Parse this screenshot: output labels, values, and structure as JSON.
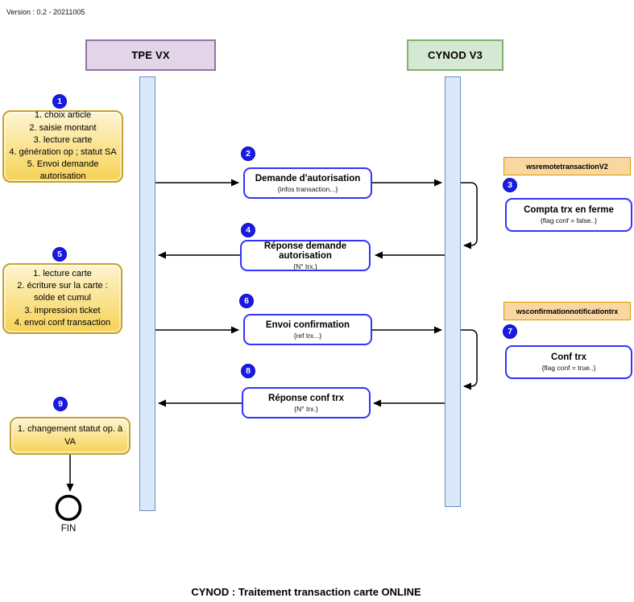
{
  "meta": {
    "version": "Version : 0.2 - 20211005",
    "footer_title": "CYNOD : Traitement transaction carte ONLINE",
    "end_label": "FIN",
    "diagram_type": "sequence-flow"
  },
  "actors": [
    {
      "label": "TPE VX"
    },
    {
      "label": "CYNOD V3"
    }
  ],
  "notes": [
    {
      "number": "1",
      "items": [
        "1. choix article",
        "2. saisie montant",
        "3. lecture carte",
        "4. génération op ; statut SA",
        "5. Envoi demande autorisation"
      ]
    },
    {
      "number": "5",
      "items": [
        "1. lecture carte",
        "2. écriture sur la carte : solde et cumul",
        "3. impression ticket",
        "4. envoi conf transaction"
      ]
    },
    {
      "number": "9",
      "items": [
        "1. changement statut op. à VA"
      ]
    }
  ],
  "messages": [
    {
      "number": "2",
      "title": "Demande d'autorisation",
      "subtitle": "{infos transaction...}",
      "direction": "TPE VX -> CYNOD V3"
    },
    {
      "number": "4",
      "title": "Réponse demande autorisation",
      "subtitle": "{N° trx.}",
      "direction": "CYNOD V3 -> TPE VX"
    },
    {
      "number": "6",
      "title": "Envoi confirmation",
      "subtitle": "{ref trx...}",
      "direction": "TPE VX -> CYNOD V3"
    },
    {
      "number": "8",
      "title": "Réponse conf trx",
      "subtitle": "{N° trx.}",
      "direction": "CYNOD V3 -> TPE VX"
    }
  ],
  "services": [
    {
      "ws_label": "wsremotetransactionV2",
      "number": "3",
      "title": "Compta trx en ferme",
      "subtitle": "{flag conf = false..}"
    },
    {
      "ws_label": "wsconfirmationnotificationtrx",
      "number": "7",
      "title": "Conf trx",
      "subtitle": "{flag conf = true..}"
    }
  ],
  "colors": {
    "actor_tpe_fill": "#e1d5e7",
    "actor_tpe_stroke": "#9673a6",
    "actor_cynod_fill": "#d5e8d4",
    "actor_cynod_stroke": "#82b366",
    "lifeline_fill": "#dae8fc",
    "lifeline_stroke": "#6c8ebf",
    "note_fill": "#f7dd75",
    "note_stroke": "#c6a131",
    "message_stroke": "#3333ff",
    "badge_fill": "#1a1ae6",
    "service_fill": "#fad7a0",
    "service_stroke": "#d79b00",
    "connector": "#000000"
  }
}
